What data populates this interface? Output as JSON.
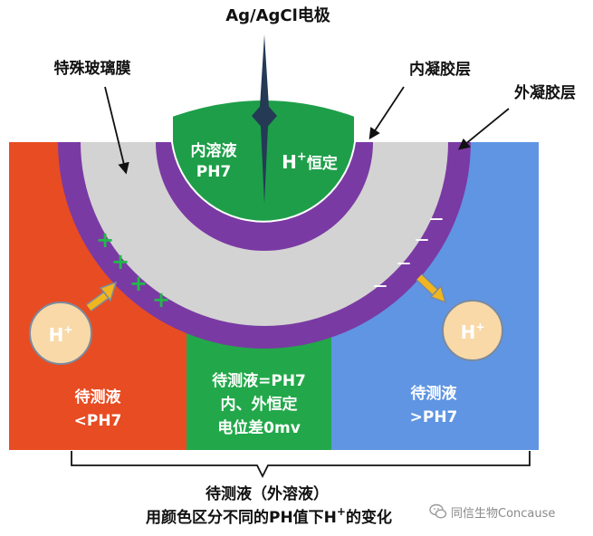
{
  "electrode_label": "Ag/AgCl电极",
  "glass_label": "特殊玻璃膜",
  "inner_gel_label": "内凝胶层",
  "outer_gel_label": "外凝胶层",
  "inner_solution": {
    "line1": "内溶液",
    "line2": "PH7"
  },
  "constant": {
    "ion": "H",
    "sup": "+",
    "text": "恒定"
  },
  "ion_left": {
    "ion": "H",
    "sup": "+"
  },
  "ion_right": {
    "ion": "H",
    "sup": "+"
  },
  "left_panel": {
    "line1": "待测液",
    "line2": "<PH7"
  },
  "middle_panel": {
    "line1": "待测液=PH7",
    "line2": "内、外恒定",
    "line3": "电位差0mv"
  },
  "right_panel": {
    "line1": "待测液",
    "line2": ">PH7"
  },
  "plus_sign": "+",
  "minus_sign": "—",
  "bottom": {
    "line1": "待测液（外溶液）",
    "line2_pre": "用颜色区分不同的PH值下H",
    "line2_sup": "+",
    "line2_post": "的变化"
  },
  "watermark": "同信生物Concause",
  "colors": {
    "acid": "#e84c22",
    "neutral": "#22a84a",
    "base": "#5f95e3",
    "gel": "#7a3aa3",
    "glass": "#d3d3d3",
    "inner": "#1e9e49",
    "ion_fill": "#f9d9a7",
    "arrow": "#f0b620"
  }
}
